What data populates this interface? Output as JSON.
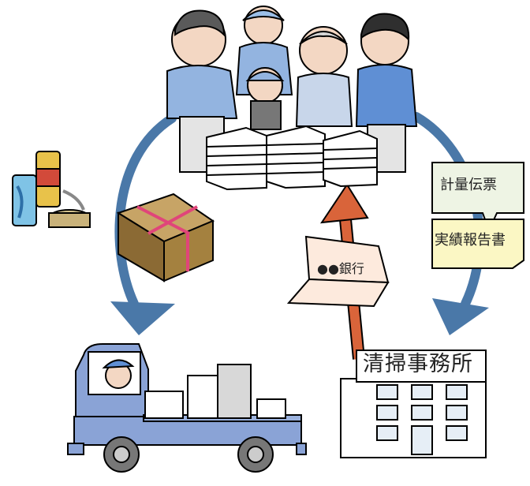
{
  "labels": {
    "office": "清掃事務所",
    "weighing_slip": "計量伝票",
    "report": "実績報告書",
    "bank": "●●銀行"
  },
  "icons": [
    "people-group-icon",
    "cans-icon",
    "cardboard-bundle-icon",
    "truck-icon",
    "office-building-icon",
    "bank-passbook-icon",
    "document-icon"
  ],
  "colors": {
    "cycle_arrow": "#4a78a8",
    "money_arrow": "#d9643a",
    "truck_body": "#8aa3d6",
    "report_paper": "#fbf7c4",
    "slip_paper": "#eef4e4",
    "bank_paper": "#fdeadd"
  }
}
